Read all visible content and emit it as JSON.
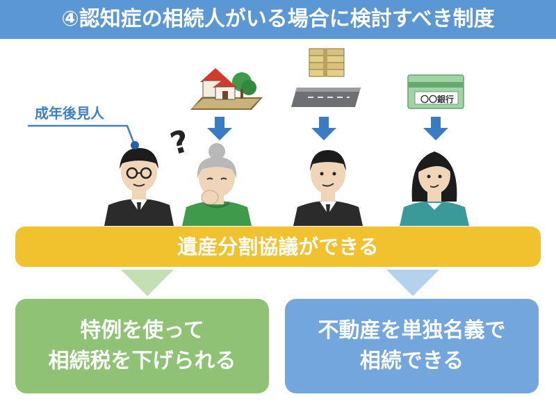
{
  "header": {
    "title": "④認知症の相続人がいる場合に検討すべき制度"
  },
  "guardian": {
    "label": "成年後見人"
  },
  "question_mark": "?",
  "assets": {
    "bank_book_label": "〇〇銀行"
  },
  "banner": {
    "text": "遺産分割協議ができる"
  },
  "benefits": [
    {
      "line1": "特例を使って",
      "line2": "相続税を下げられる"
    },
    {
      "line1": "不動産を単独名義で",
      "line2": "相続できる"
    }
  ],
  "colors": {
    "header": "#5b97d3",
    "banner": "#f2c12e",
    "green_box": "#90c276",
    "blue_box": "#72a6dc",
    "arrow": "#3a7cc4"
  }
}
